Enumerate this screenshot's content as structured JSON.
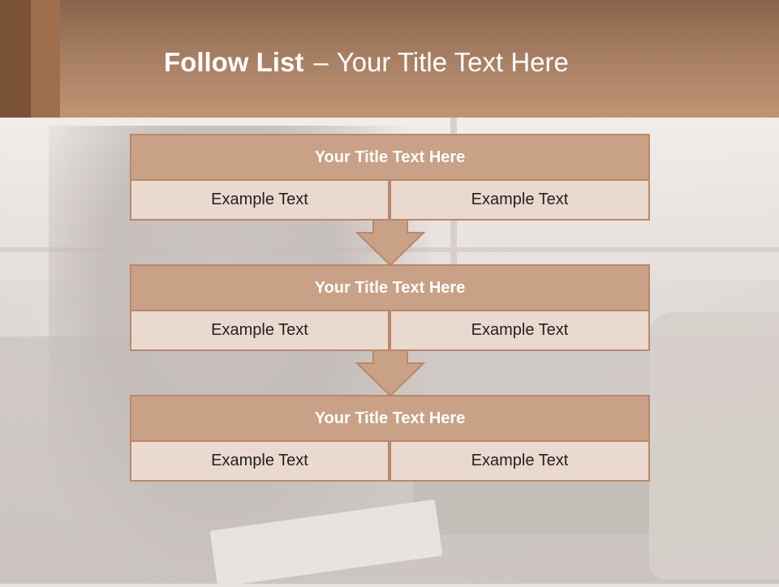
{
  "header": {
    "title_bold": "Follow List",
    "title_sep": "–",
    "title_rest": "Your Title Text Here"
  },
  "blocks": [
    {
      "title": "Your Title Text Here",
      "left": "Example Text",
      "right": "Example Text"
    },
    {
      "title": "Your Title Text Here",
      "left": "Example Text",
      "right": "Example Text"
    },
    {
      "title": "Your Title Text Here",
      "left": "Example Text",
      "right": "Example Text"
    }
  ],
  "colors": {
    "header_top": "#8a644a",
    "header_bottom": "#c19475",
    "block_head": "#c9a186",
    "block_cell": "#ead9cf",
    "border": "#b9886a"
  }
}
